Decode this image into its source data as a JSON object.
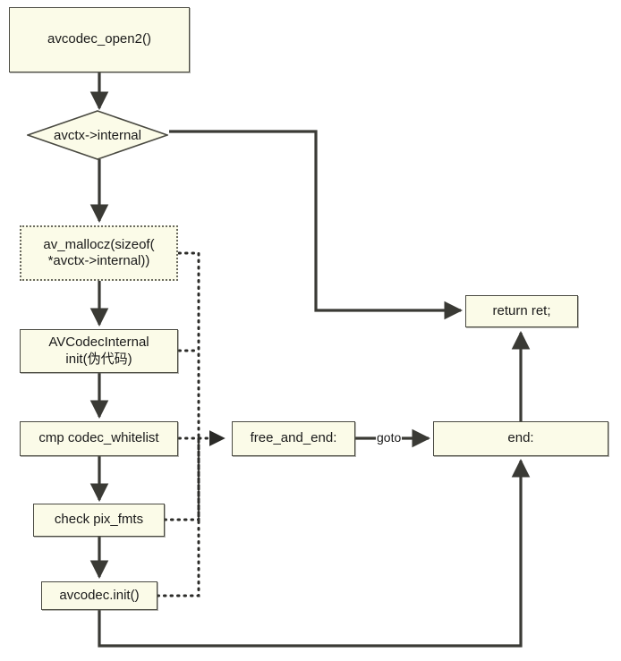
{
  "diagram": {
    "title": "avcodec_open2 flowchart",
    "colors": {
      "node_fill": "#fbfbe8",
      "node_stroke": "#4a4a42",
      "edge_solid": "#3a3a35",
      "edge_dotted": "#2b2b28",
      "background": "#ffffff",
      "text": "#1a1a1a"
    },
    "nodes": [
      {
        "id": "avcodec_open2",
        "label": "avcodec_open2()",
        "shape": "rect",
        "border": "solid"
      },
      {
        "id": "avctx_internal",
        "label": "avctx->internal",
        "shape": "diamond",
        "border": "solid"
      },
      {
        "id": "av_mallocz",
        "label": "av_mallocz(sizeof(\n*avctx->internal))",
        "shape": "rect",
        "border": "dotted"
      },
      {
        "id": "avcodecinternal_init",
        "label": "AVCodecInternal\ninit(伪代码)",
        "shape": "rect",
        "border": "solid"
      },
      {
        "id": "cmp_codec_whitelist",
        "label": "cmp codec_whitelist",
        "shape": "rect",
        "border": "solid"
      },
      {
        "id": "check_pix_fmts",
        "label": "check pix_fmts",
        "shape": "rect",
        "border": "solid"
      },
      {
        "id": "avcodec_init",
        "label": "avcodec.init()",
        "shape": "rect",
        "border": "solid"
      },
      {
        "id": "free_and_end",
        "label": "free_and_end:",
        "shape": "rect",
        "border": "solid"
      },
      {
        "id": "end_label",
        "label": "end:",
        "shape": "rect",
        "border": "solid"
      },
      {
        "id": "return_ret",
        "label": "return ret;",
        "shape": "rect",
        "border": "solid"
      }
    ],
    "edge_labels": [
      {
        "id": "goto",
        "label": "goto"
      }
    ]
  }
}
